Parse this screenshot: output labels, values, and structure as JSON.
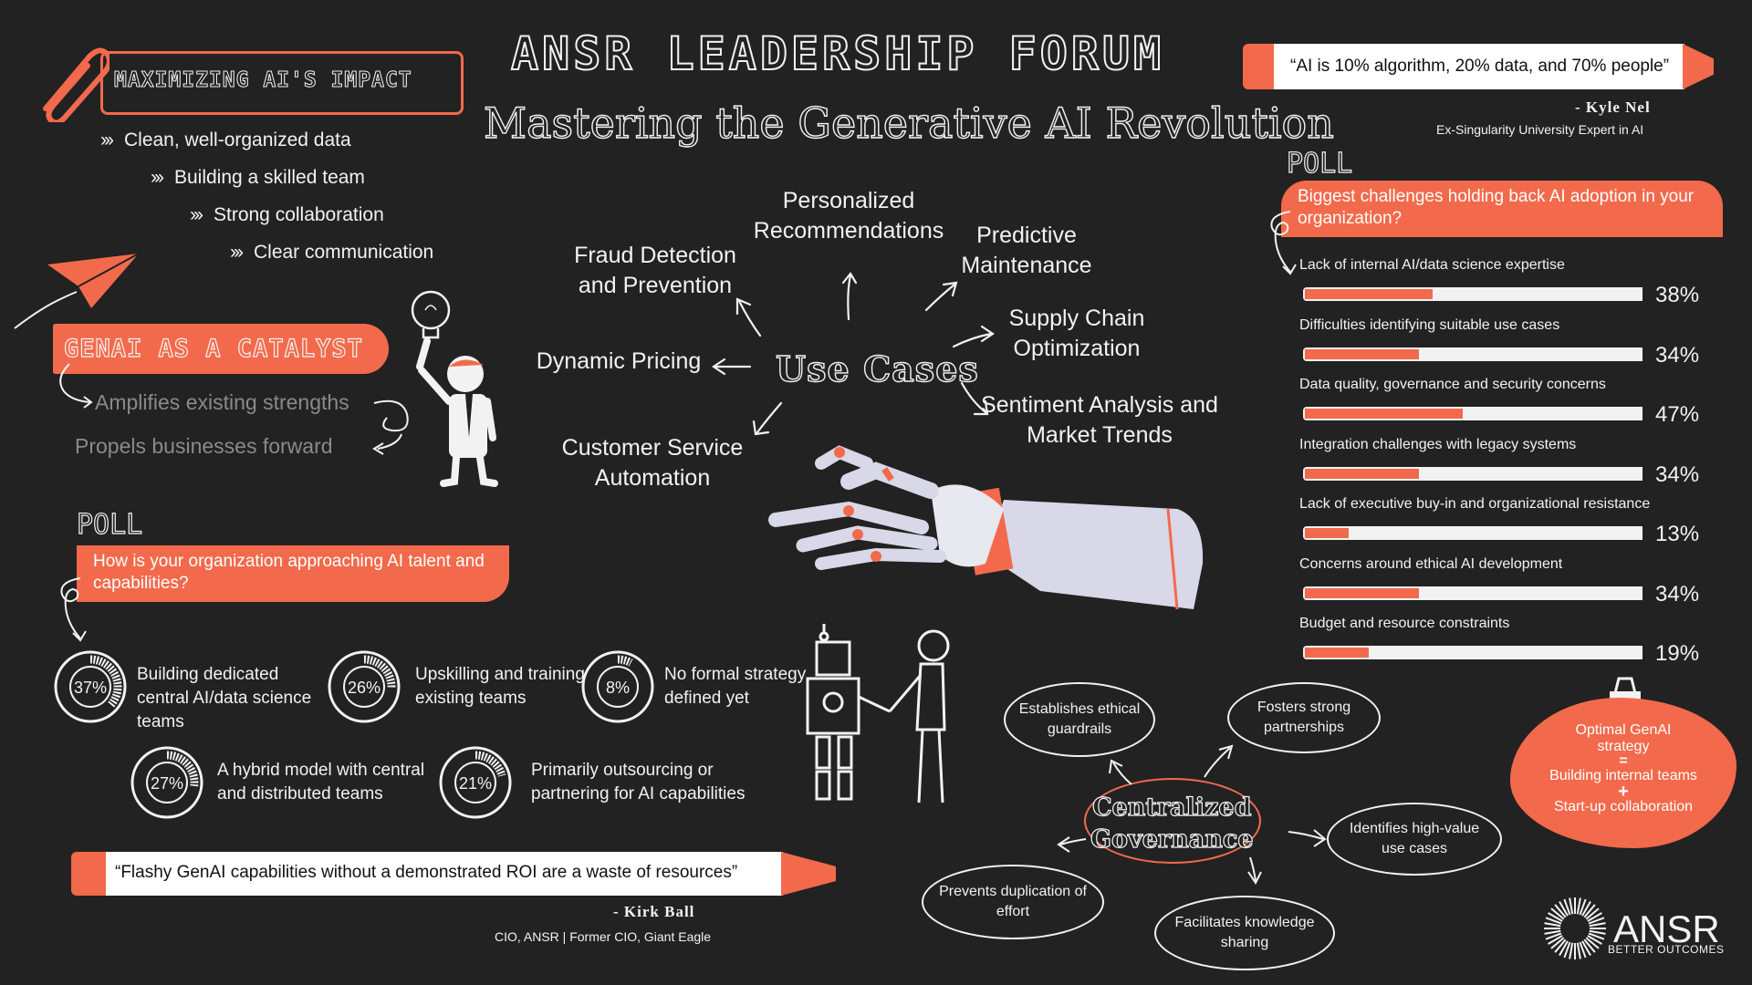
{
  "header": {
    "title": "ANSR LEADERSHIP FORUM",
    "subtitle": "Mastering the Generative AI Revolution"
  },
  "maximizing": {
    "title": "MAXIMIZING AI'S IMPACT",
    "items": [
      "Clean, well-organized data",
      "Building a skilled team",
      "Strong collaboration",
      "Clear communication"
    ]
  },
  "catalyst": {
    "title": "GENAI AS A CATALYST",
    "items": [
      "Amplifies existing strengths",
      "Propels businesses forward"
    ]
  },
  "talent_poll": {
    "label": "POLL",
    "question": "How is your organization approaching AI talent and capabilities?",
    "options": [
      {
        "pct_label": "37%",
        "value": 37,
        "text": "Building dedicated central AI/data science teams"
      },
      {
        "pct_label": "26%",
        "value": 26,
        "text": "Upskilling and training existing teams"
      },
      {
        "pct_label": "8%",
        "value": 8,
        "text": "No formal strategy defined yet"
      },
      {
        "pct_label": "27%",
        "value": 27,
        "text": "A hybrid model with central and distributed teams"
      },
      {
        "pct_label": "21%",
        "value": 21,
        "text": "Primarily outsourcing or partnering for AI capabilities"
      }
    ]
  },
  "quote_bottom": {
    "text": "“Flashy GenAI capabilities without a demonstrated ROI are a waste of resources”",
    "author": "- Kirk Ball",
    "role": "CIO, ANSR | Former CIO, Giant Eagle"
  },
  "quote_top": {
    "text": "“AI is 10% algorithm, 20% data, and 70% people”",
    "author": "- Kyle Nel",
    "role": "Ex-Singularity University Expert in AI"
  },
  "use_cases": {
    "title": "Use Cases",
    "items": {
      "personalized": "Personalized Recommendations",
      "predictive": "Predictive Maintenance",
      "fraud": "Fraud Detection and Prevention",
      "supply": "Supply Chain Optimization",
      "pricing": "Dynamic Pricing",
      "sentiment": "Sentiment Analysis and Market Trends",
      "customer": "Customer Service Automation"
    }
  },
  "challenges_poll": {
    "label": "POLL",
    "question": "Biggest challenges holding back AI adoption in your organization?",
    "items": [
      {
        "label": "Lack of internal AI/data science expertise",
        "value": 38,
        "pct_label": "38%"
      },
      {
        "label": "Difficulties identifying suitable use cases",
        "value": 34,
        "pct_label": "34%"
      },
      {
        "label": "Data quality, governance and security concerns",
        "value": 47,
        "pct_label": "47%"
      },
      {
        "label": "Integration challenges with legacy systems",
        "value": 34,
        "pct_label": "34%"
      },
      {
        "label": "Lack of executive buy-in and organizational resistance",
        "value": 13,
        "pct_label": "13%"
      },
      {
        "label": "Concerns around ethical AI development",
        "value": 34,
        "pct_label": "34%"
      },
      {
        "label": "Budget and resource constraints",
        "value": 19,
        "pct_label": "19%"
      }
    ]
  },
  "governance": {
    "title_line1": "Centralized",
    "title_line2": "Governance",
    "bubbles": {
      "ethical": "Establishes ethical guardrails",
      "partnerships": "Fosters strong partnerships",
      "high_value": "Identifies high-value use cases",
      "knowledge": "Facilitates knowledge sharing",
      "duplication": "Prevents duplication of effort"
    }
  },
  "optimal": {
    "line1": "Optimal GenAI",
    "line2": "strategy",
    "eq": "=",
    "line3": "Building internal teams",
    "plus": "+",
    "line4": "Start-up collaboration"
  },
  "brand": {
    "name": "ANSR",
    "tagline": "BETTER OUTCOMES",
    "accent": "#f26a4b",
    "background": "#222222"
  }
}
